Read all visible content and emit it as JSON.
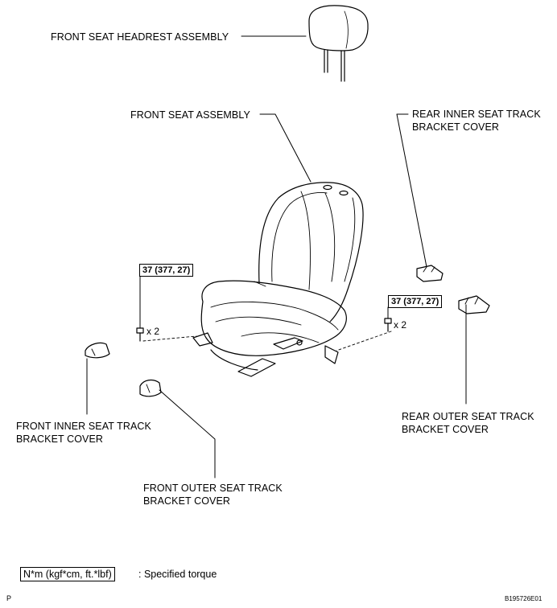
{
  "labels": {
    "headrest": "FRONT SEAT HEADREST ASSEMBLY",
    "seat": "FRONT SEAT ASSEMBLY",
    "rear_inner_1": "REAR INNER SEAT TRACK",
    "rear_inner_2": "BRACKET COVER",
    "rear_outer_1": "REAR OUTER SEAT TRACK",
    "rear_outer_2": "BRACKET COVER",
    "front_inner_1": "FRONT INNER SEAT TRACK",
    "front_inner_2": "BRACKET COVER",
    "front_outer_1": "FRONT OUTER SEAT TRACK",
    "front_outer_2": "BRACKET COVER"
  },
  "torque": {
    "left_value": "37 (377, 27)",
    "right_value": "37 (377, 27)",
    "left_qty": "x 2",
    "right_qty": "x 2"
  },
  "legend": {
    "unit": "N*m (kgf*cm, ft.*lbf)",
    "text": ": Specified torque"
  },
  "corner_left": "P",
  "corner_right": "B195726E01"
}
